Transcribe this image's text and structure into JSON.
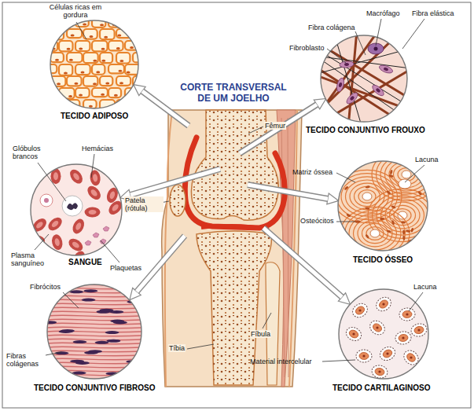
{
  "diagram": {
    "title": "CORTE TRANSVERSAL DE UM JOELHO",
    "nodes": [
      {
        "text": [
          "TECIDO ADIPOSO",
          "Células ricas em gordura"
        ]
      },
      {
        "text": [
          "TECIDO CONJUNTIVO FROUXO",
          "Macrófago",
          "Fibra elástica",
          "Fibra colágena",
          "Fibroblasto"
        ]
      },
      {
        "text": [
          "SANGUE",
          "Glóbulos brancos",
          "Hemácias",
          "Plasma sanguíneo",
          "Plaquetas"
        ]
      },
      {
        "text": [
          "TECIDO ÓSSEO",
          "Matriz óssea",
          "Lacuna",
          "Osteócitos"
        ]
      },
      {
        "text": [
          "TECIDO CONJUNTIVO FIBROSO",
          "Fibrócitos",
          "Fibras colágenas"
        ]
      },
      {
        "text": [
          "TECIDO CARTILAGINOSO",
          "Lacuna",
          "Material intercelular"
        ]
      }
    ],
    "labels": [
      "Fêmur",
      "Patela (rótula)",
      "Tíbia",
      "Fíbula"
    ]
  }
}
